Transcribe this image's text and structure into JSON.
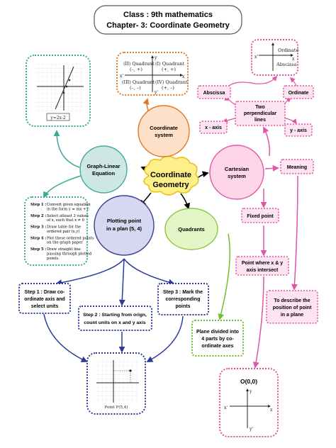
{
  "header": {
    "line1": "Class : 9th mathematics",
    "line2": "Chapter- 3: Coordinate Geometry"
  },
  "center": {
    "line1": "Coordinate",
    "line2": "Geometry"
  },
  "nodes": {
    "coordinate_system": {
      "line1": "Coordinate",
      "line2": "system"
    },
    "graph_linear": {
      "line1": "Graph-Linear",
      "line2": "Equation"
    },
    "cartesian": {
      "line1": "Cartesian",
      "line2": "system"
    },
    "plotting": {
      "line1": "Plotting point",
      "line2": "in a plan (5, 4)"
    },
    "quadrants": {
      "label": "Quadrants"
    },
    "abscissa": "Abscissa",
    "ordinate": "Ordinate",
    "two_perp": {
      "line1": "Two",
      "line2": "perpendicular",
      "line3": "lines"
    },
    "x_axis": "x - axis",
    "y_axis": "y - axis",
    "meaning": "Meaning",
    "fixed_point": "Fixed point",
    "point_intersect": {
      "line1": "Point where x & y",
      "line2": "axis intersect"
    },
    "describe": {
      "line1": "To describe the",
      "line2": "position of point",
      "line3": "in a plane"
    },
    "origin": "O(0,0)",
    "plane_divided": {
      "line1": "Plane divided into",
      "line2": "4 parts by co-",
      "line3": "ordinate axes"
    },
    "step1": {
      "line1": "Step 1 : Draw co-",
      "line2": "ordinate axis and",
      "line3": "select units"
    },
    "step2": {
      "line1": "Step 2 : Starting from orign,",
      "line2": "count units on x and y axis"
    },
    "step3": {
      "line1": "Step 3 : Mark the",
      "line2": "corresponding",
      "line3": "points"
    }
  },
  "quadrant_box": {
    "q2": "(II) Quadrant",
    "q2s": "(–, +)",
    "q1": "(I) Quadrant",
    "q1s": "(+, +)",
    "q3": "(III) Quadrant",
    "q3s": "(–, –)",
    "q4": "(IV) Quadrant",
    "q4s": "(+, –)",
    "x": "x",
    "xp": "x'",
    "y": "y",
    "yp": "y'"
  },
  "ordinate_box": {
    "ordinate": "Ordinate",
    "abscissa": "Abscissa",
    "x": "x",
    "xp": "x'"
  },
  "origin_box": {
    "x": "x",
    "xp": "x'",
    "y": "y",
    "yp": "y'"
  },
  "graph_box": {
    "eq": "y=2x-2"
  },
  "steps_box": [
    {
      "title": "Step 1 :",
      "text": [
        "Convert given equation",
        "in the form y = mx + c"
      ]
    },
    {
      "title": "Step 2 :",
      "text": [
        "Select atleast 3 values",
        "of x, such that x ≠ 0"
      ]
    },
    {
      "title": "Step 3 :",
      "text": [
        "Draw table for the",
        "ordered pair (x,y)"
      ]
    },
    {
      "title": "Step 4 :",
      "text": [
        "Plot these ordered points",
        "on the graph paper"
      ]
    },
    {
      "title": "Step 5 :",
      "text": [
        "Draw straight line",
        "passing through plotted",
        "points."
      ]
    }
  ],
  "plot_box": {
    "point": "Point P(5,4)"
  },
  "colors": {
    "header_border": "#555555",
    "center_fill": "#fdf08a",
    "center_border": "#e9c31a",
    "coord_fill": "#ffe0c8",
    "coord_border": "#e07a2a",
    "graph_fill": "#cde8e4",
    "graph_border": "#4aa8a0",
    "cart_fill": "#ffd6e8",
    "cart_border": "#e055a6",
    "plot_fill": "#d6d8f2",
    "plot_border": "#3b3f8f",
    "quad_fill": "#e4f6c8",
    "quad_border": "#8ac83a",
    "pink": "#e055a6",
    "pink_fill": "#fde4f0",
    "teal": "#3aa89a",
    "navy": "#2b3b9a",
    "green": "#6fc02a"
  }
}
